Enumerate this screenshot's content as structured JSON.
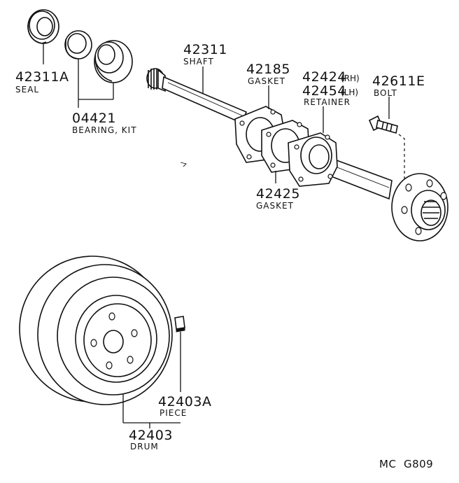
{
  "parts": {
    "seal": {
      "number": "42311A",
      "name": "SEAL"
    },
    "bearing": {
      "number": "04421",
      "name": "BEARING, KIT"
    },
    "shaft": {
      "number": "42311",
      "name": "SHAFT"
    },
    "gasket_a": {
      "number": "42185",
      "name": "GASKET"
    },
    "retainer": {
      "number_rh": "42424",
      "rh": "(RH)",
      "number_lh": "42454",
      "lh": "(LH)",
      "name": "RETAINER"
    },
    "bolt": {
      "number": "42611E",
      "name": "BOLT"
    },
    "gasket_b": {
      "number": "42425",
      "name": "GASKET"
    },
    "piece": {
      "number": "42403A",
      "name": "PIECE"
    },
    "drum": {
      "number": "42403",
      "name": "DRUM"
    }
  },
  "diagram_code": "MC  G809"
}
